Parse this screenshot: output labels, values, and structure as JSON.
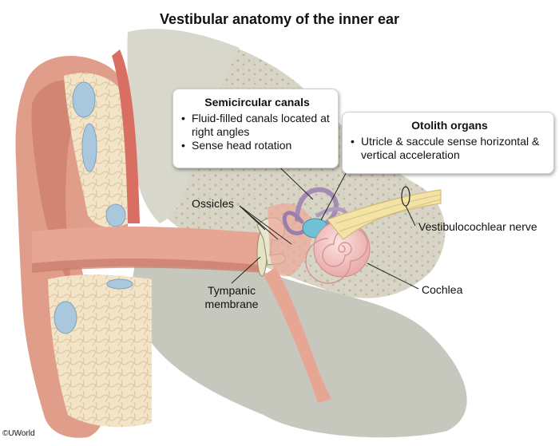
{
  "title": "Vestibular anatomy of the inner ear",
  "callouts": {
    "semicircular": {
      "heading": "Semicircular canals",
      "bullets": [
        "Fluid-filled canals located at right angles",
        "Sense head rotation"
      ]
    },
    "otolith": {
      "heading": "Otolith organs",
      "bullets": [
        "Utricle & saccule sense horizontal & vertical acceleration"
      ]
    }
  },
  "labels": {
    "ossicles": "Ossicles",
    "tympanic_line1": "Tympanic",
    "tympanic_line2": "membrane",
    "nerve": "Vestibulocochlear nerve",
    "cochlea": "Cochlea"
  },
  "copyright": "©UWorld",
  "colors": {
    "skin": "#e3a08c",
    "skin_dark": "#c67a68",
    "cartilage": "#f2dfc2",
    "bone": "#c9c9bd",
    "bone_light": "#e4e3d9",
    "canal_fluid": "#a9c8dd",
    "cochlea": "#f4c9c7",
    "vestibule": "#6fc1d6",
    "semicircular": "#a58bb4",
    "nerve": "#f3e3a6"
  }
}
